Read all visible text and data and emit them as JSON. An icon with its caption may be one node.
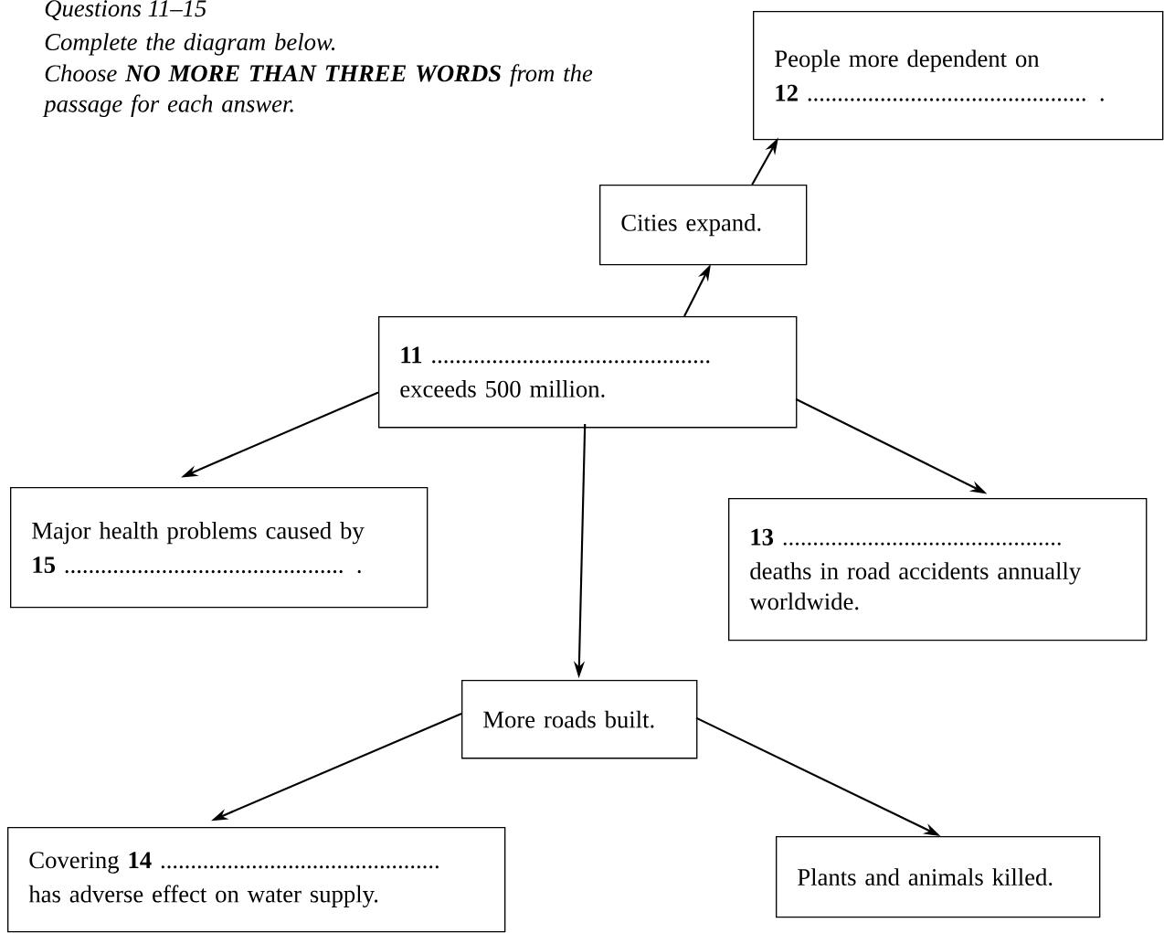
{
  "diagram": {
    "title": "Questions 11–15",
    "nodes": [
      {
        "text": [
          "People more dependent on",
          "**12** .............................................. ."
        ]
      },
      {
        "text": [
          "Cities expand."
        ]
      },
      {
        "text": [
          "**11** ..............................................",
          "exceeds 500 million."
        ]
      },
      {
        "text": [
          "Major health problems caused by",
          "**15** .............................................. ."
        ]
      },
      {
        "text": [
          "**13** ..............................................",
          "deaths in road accidents annually worldwide."
        ]
      },
      {
        "text": [
          "More roads built."
        ]
      },
      {
        "text": [
          "Covering **14** ..............................................",
          "has adverse effect on water supply."
        ]
      },
      {
        "text": [
          "Plants and animals killed."
        ]
      }
    ],
    "edges": [
      {
        "from": 1,
        "to": 0,
        "arrow": "to"
      },
      {
        "from": 2,
        "to": 1,
        "arrow": "to"
      },
      {
        "from": 2,
        "to": 3,
        "arrow": "to"
      },
      {
        "from": 2,
        "to": 4,
        "arrow": "to"
      },
      {
        "from": 2,
        "to": 5,
        "arrow": "to"
      },
      {
        "from": 5,
        "to": 6,
        "arrow": "to"
      },
      {
        "from": 5,
        "to": 7,
        "arrow": "to"
      }
    ],
    "labels": [
      "Complete the diagram below.",
      "Choose **NO MORE THAN THREE WORDS** from the passage for each answer."
    ]
  }
}
